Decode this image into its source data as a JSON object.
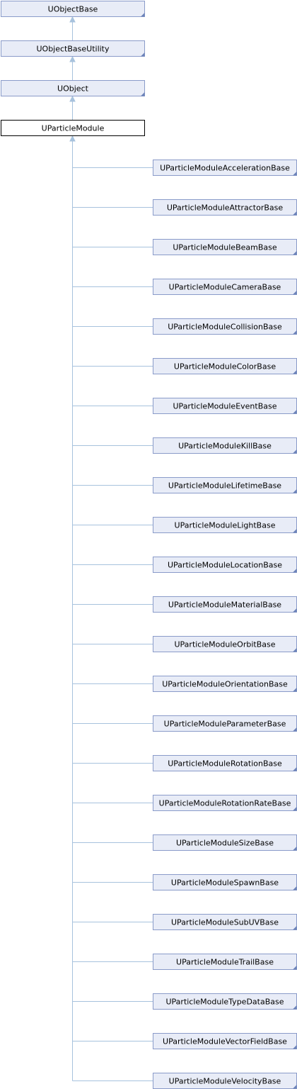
{
  "diagram": {
    "ancestors": [
      {
        "label": "UObjectBase"
      },
      {
        "label": "UObjectBaseUtility"
      },
      {
        "label": "UObject"
      }
    ],
    "current": {
      "label": "UParticleModule"
    },
    "children": [
      {
        "label": "UParticleModuleAccelerationBase"
      },
      {
        "label": "UParticleModuleAttractorBase"
      },
      {
        "label": "UParticleModuleBeamBase"
      },
      {
        "label": "UParticleModuleCameraBase"
      },
      {
        "label": "UParticleModuleCollisionBase"
      },
      {
        "label": "UParticleModuleColorBase"
      },
      {
        "label": "UParticleModuleEventBase"
      },
      {
        "label": "UParticleModuleKillBase"
      },
      {
        "label": "UParticleModuleLifetimeBase"
      },
      {
        "label": "UParticleModuleLightBase"
      },
      {
        "label": "UParticleModuleLocationBase"
      },
      {
        "label": "UParticleModuleMaterialBase"
      },
      {
        "label": "UParticleModuleOrbitBase"
      },
      {
        "label": "UParticleModuleOrientationBase"
      },
      {
        "label": "UParticleModuleParameterBase"
      },
      {
        "label": "UParticleModuleRotationBase"
      },
      {
        "label": "UParticleModuleRotationRateBase"
      },
      {
        "label": "UParticleModuleSizeBase"
      },
      {
        "label": "UParticleModuleSpawnBase"
      },
      {
        "label": "UParticleModuleSubUVBase"
      },
      {
        "label": "UParticleModuleTrailBase"
      },
      {
        "label": "UParticleModuleTypeDataBase"
      },
      {
        "label": "UParticleModuleVectorFieldBase"
      },
      {
        "label": "UParticleModuleVelocityBase"
      }
    ]
  }
}
